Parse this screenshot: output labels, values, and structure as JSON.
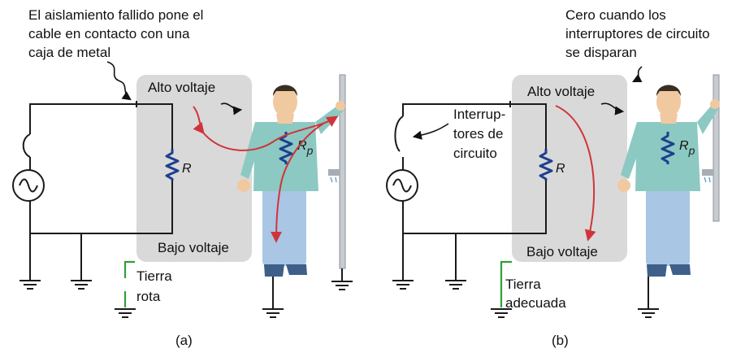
{
  "panel_a": {
    "caption": "(a)",
    "callout_lines": [
      "El aislamiento fallido pone el",
      "cable en contacto con una",
      "caja de metal"
    ],
    "high_voltage": "Alto voltaje",
    "low_voltage": "Bajo voltaje",
    "resistor_label": "R",
    "person_resistor": "R",
    "person_resistor_sub": "p",
    "ground_lines": [
      "Tierra",
      "rota"
    ]
  },
  "panel_b": {
    "caption": "(b)",
    "callout_lines": [
      "Cero cuando los",
      "interruptores de circuito",
      "se disparan"
    ],
    "high_voltage": "Alto voltaje",
    "low_voltage": "Bajo voltaje",
    "resistor_label": "R",
    "person_resistor": "R",
    "person_resistor_sub": "p",
    "breaker_lines": [
      "Interrup-",
      "tores de",
      "circuito"
    ],
    "ground_lines": [
      "Tierra",
      "adecuada"
    ]
  },
  "colors": {
    "metal_box": "#d9d9d9",
    "wire": "#1a1a1a",
    "current_arrow": "#d0343a",
    "ground_fault_line": "#2fa03a",
    "resistor": "#1f3f8f",
    "shirt": "#8cc9c2",
    "pants": "#a9c6e4",
    "skin": "#f0c9a0"
  }
}
